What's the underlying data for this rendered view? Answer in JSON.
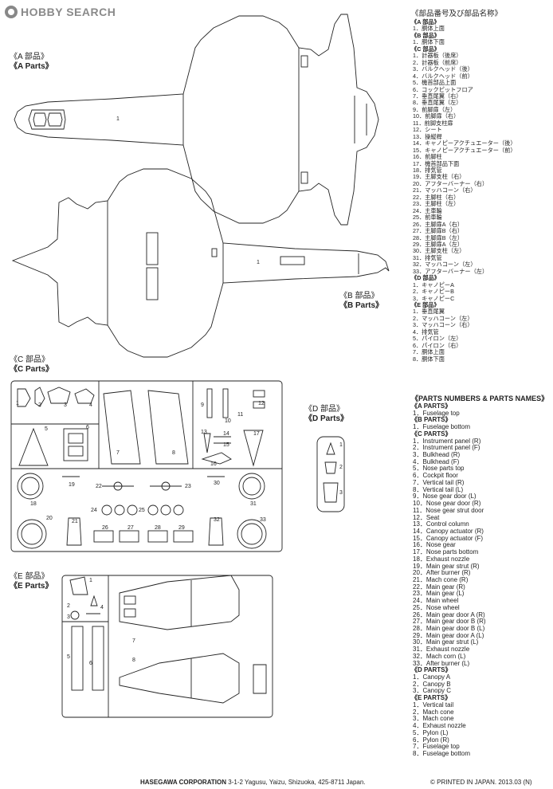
{
  "logo": {
    "text": "HOBBY SEARCH",
    "color": "#8a8a8a"
  },
  "labels": {
    "a": {
      "jp": "《A 部品》",
      "en": "《A  Parts》"
    },
    "b": {
      "jp": "《B 部品》",
      "en": "《B  Parts》"
    },
    "c": {
      "jp": "《C 部品》",
      "en": "《C  Parts》"
    },
    "d": {
      "jp": "《D 部品》",
      "en": "《D  Parts》"
    },
    "e": {
      "jp": "《E 部品》",
      "en": "《E  Parts》"
    }
  },
  "part_numbers": {
    "a_top": "1",
    "b_bottom": "1",
    "c": [
      "1",
      "2",
      "3",
      "4",
      "5",
      "6",
      "7",
      "8",
      "9",
      "10",
      "11",
      "12",
      "13",
      "14",
      "15",
      "16",
      "17",
      "18",
      "19",
      "20",
      "21",
      "22",
      "23",
      "24",
      "25",
      "26",
      "27",
      "28",
      "29",
      "30",
      "31",
      "32",
      "33"
    ],
    "d": [
      "1",
      "2",
      "3"
    ],
    "e": [
      "1",
      "2",
      "3",
      "4",
      "5",
      "6",
      "7",
      "8"
    ]
  },
  "jp_list": {
    "header": "《部品番号及び部品名称》",
    "groups": [
      {
        "title": "《A 部品》",
        "items": [
          "1．胴体上面"
        ]
      },
      {
        "title": "《B 部品》",
        "items": [
          "1．胴体下面"
        ]
      },
      {
        "title": "《C 部品》",
        "items": [
          "1．計器板（後席）",
          "2．計器板（前席）",
          "3．バルクヘッド（後）",
          "4．バルクヘッド（前）",
          "5．機首部品上面",
          "6．コックピットフロア",
          "7．垂直尾翼（右）",
          "8．垂直尾翼（左）",
          "9．前脚扉（左）",
          "10．前脚扉（右）",
          "11．前脚支柱扉",
          "12．シート",
          "13．操縦桿",
          "14．キャノピーアクチュエーター（後）",
          "15．キャノピーアクチュエーター（前）",
          "16．前脚柱",
          "17．機首部品下面",
          "18．排気管",
          "19．主脚支柱（右）",
          "20．アフターバーナー（右）",
          "21．マッハコーン（右）",
          "22．主脚柱（右）",
          "23．主脚柱（左）",
          "24．主車輪",
          "25．前車輪",
          "26．主脚扉A（右）",
          "27．主脚扉B（右）",
          "28．主脚扉B（左）",
          "29．主脚扉A（左）",
          "30．主脚支柱（左）",
          "31．排気管",
          "32．マッハコーン（左）",
          "33．アフターバーナー（左）"
        ]
      },
      {
        "title": "《D 部品》",
        "items": [
          "1．キャノピーA",
          "2．キャノピーB",
          "3．キャノピーC"
        ]
      },
      {
        "title": "《E 部品》",
        "items": [
          "1．垂直尾翼",
          "2．マッハコーン（左）",
          "3．マッハコーン（右）",
          "4．排気管",
          "5．パイロン（左）",
          "6．パイロン（右）",
          "7．胴体上面",
          "8．胴体下面"
        ]
      }
    ]
  },
  "en_list": {
    "header": "《PARTS NUMBERS & PARTS NAMES》",
    "groups": [
      {
        "title": "《A PARTS》",
        "items": [
          "1．Fuselage top"
        ]
      },
      {
        "title": "《B PARTS》",
        "items": [
          "1．Fuselage bottom"
        ]
      },
      {
        "title": "《C PARTS》",
        "items": [
          "1．Instrument panel (R)",
          "2．Instrument panel (F)",
          "3．Bulkhead (R)",
          "4．Bulkhead (F)",
          "5．Nose parts top",
          "6．Cockpit floor",
          "7．Vertical tail (R)",
          "8．Vertical tail (L)",
          "9．Nose gear door (L)",
          "10．Nose gear door (R)",
          "11．Nose gear strut door",
          "12．Seat",
          "13．Control column",
          "14．Canopy actuator (R)",
          "15．Canopy actuator (F)",
          "16．Nose gear",
          "17．Nose parts bottom",
          "18．Exhaust nozzle",
          "19．Main gear strut (R)",
          "20．After burner (R)",
          "21．Mach  cone (R)",
          "22．Main gear (R)",
          "23．Main gear (L)",
          "24．Main wheel",
          "25．Nose wheel",
          "26．Main gear door A (R)",
          "27．Main gear door B (R)",
          "28．Main gear door B (L)",
          "29．Main gear door A (L)",
          "30．Main gear strut (L)",
          "31．Exhaust nozzle",
          "32．Mach corn (L)",
          "33．After burner (L)"
        ]
      },
      {
        "title": "《D PARTS》",
        "items": [
          "1．Canopy  A",
          "2．Canopy  B",
          "3．Canopy  C"
        ]
      },
      {
        "title": "《E PARTS》",
        "items": [
          "1．Vertical tail",
          "2．Mach cone",
          "3．Mach cone",
          "4．Exhaust nozzle",
          "5．Pylon (L)",
          "6．Pylon (R)",
          "7．Fuselage top",
          "8．Fuselage bottom"
        ]
      }
    ]
  },
  "footer": {
    "company": "HASEGAWA CORPORATION",
    "address": "3-1-2 Yagusu, Yaizu, Shizuoka, 425-8711 Japan.",
    "printed": "© PRINTED IN JAPAN. 2013.03 (N)"
  }
}
